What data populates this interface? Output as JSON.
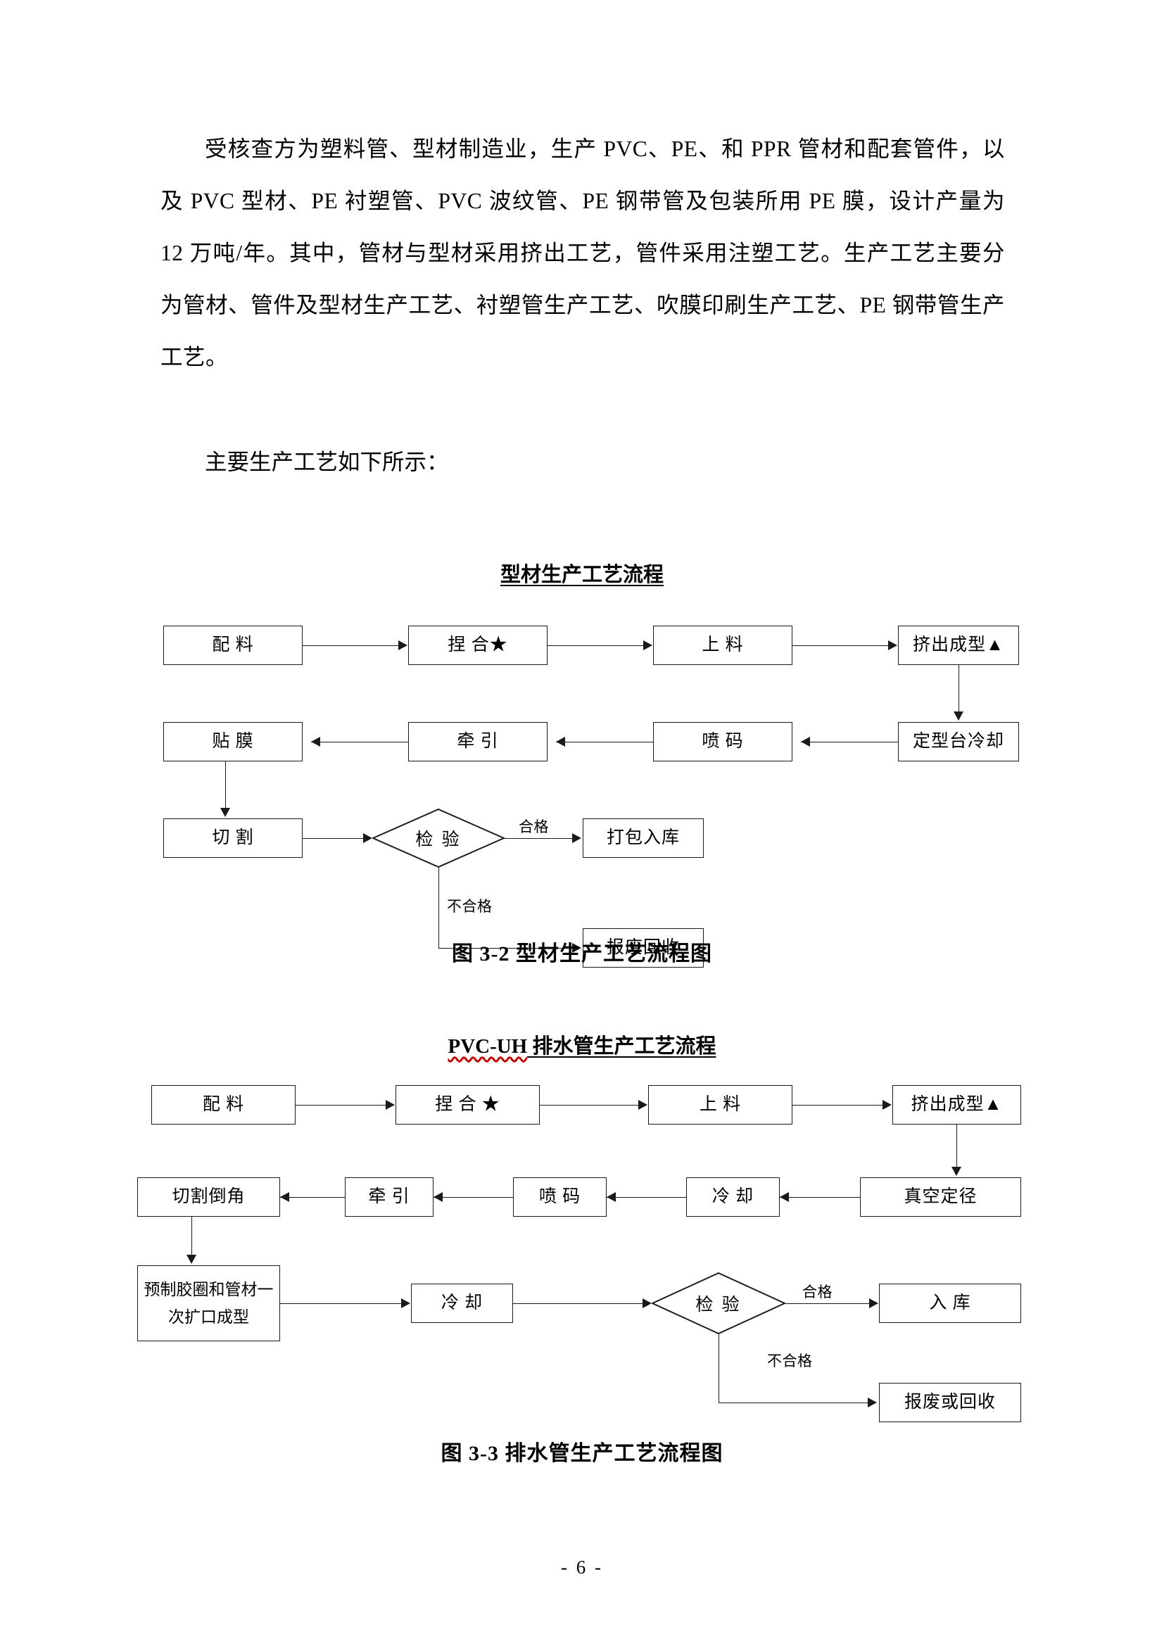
{
  "document": {
    "page_number": "- 6 -",
    "paragraphs": [
      "受核查方为塑料管、型材制造业，生产 PVC、PE、和 PPR 管材和配套管件，以及 PVC 型材、PE 衬塑管、PVC 波纹管、PE 钢带管及包装所用 PE 膜，设计产量为 12 万吨/年。其中，管材与型材采用挤出工艺，管件采用注塑工艺。生产工艺主要分为管材、管件及型材生产工艺、衬塑管生产工艺、吹膜印刷生产工艺、PE 钢带管生产工艺。",
      "主要生产工艺如下所示："
    ]
  },
  "figure_1": {
    "title": "型材生产工艺流程",
    "caption": "图 3-2  型材生产工艺流程图",
    "nodes": {
      "n1": "配 料",
      "n2": "捏 合★",
      "n3": "上 料",
      "n4": "挤出成型▲",
      "n5": "定型台冷却",
      "n6": "喷 码",
      "n7": "牵 引",
      "n8": "贴 膜",
      "n9": "切 割",
      "n10": "检 验",
      "n11": "打包入库",
      "n12": "报废回收"
    },
    "edge_labels": {
      "pass": "合格",
      "fail": "不合格"
    }
  },
  "figure_2": {
    "title_prefix": "PVC-UH",
    "title_rest": " 排水管生产工艺流程",
    "caption": "图 3-3  排水管生产工艺流程图",
    "nodes": {
      "n1": "配 料",
      "n2": "捏 合 ★",
      "n3": "上 料",
      "n4": "挤出成型▲",
      "n5": "真空定径",
      "n6": "冷 却",
      "n7": "喷 码",
      "n8": "牵 引",
      "n9": "切割倒角",
      "n10": "预制胶圈和管材一次扩口成型",
      "n11": "冷 却",
      "n12": "检 验",
      "n13": "入 库",
      "n14": "报废或回收"
    },
    "edge_labels": {
      "pass": "合格",
      "fail": "不合格"
    }
  }
}
